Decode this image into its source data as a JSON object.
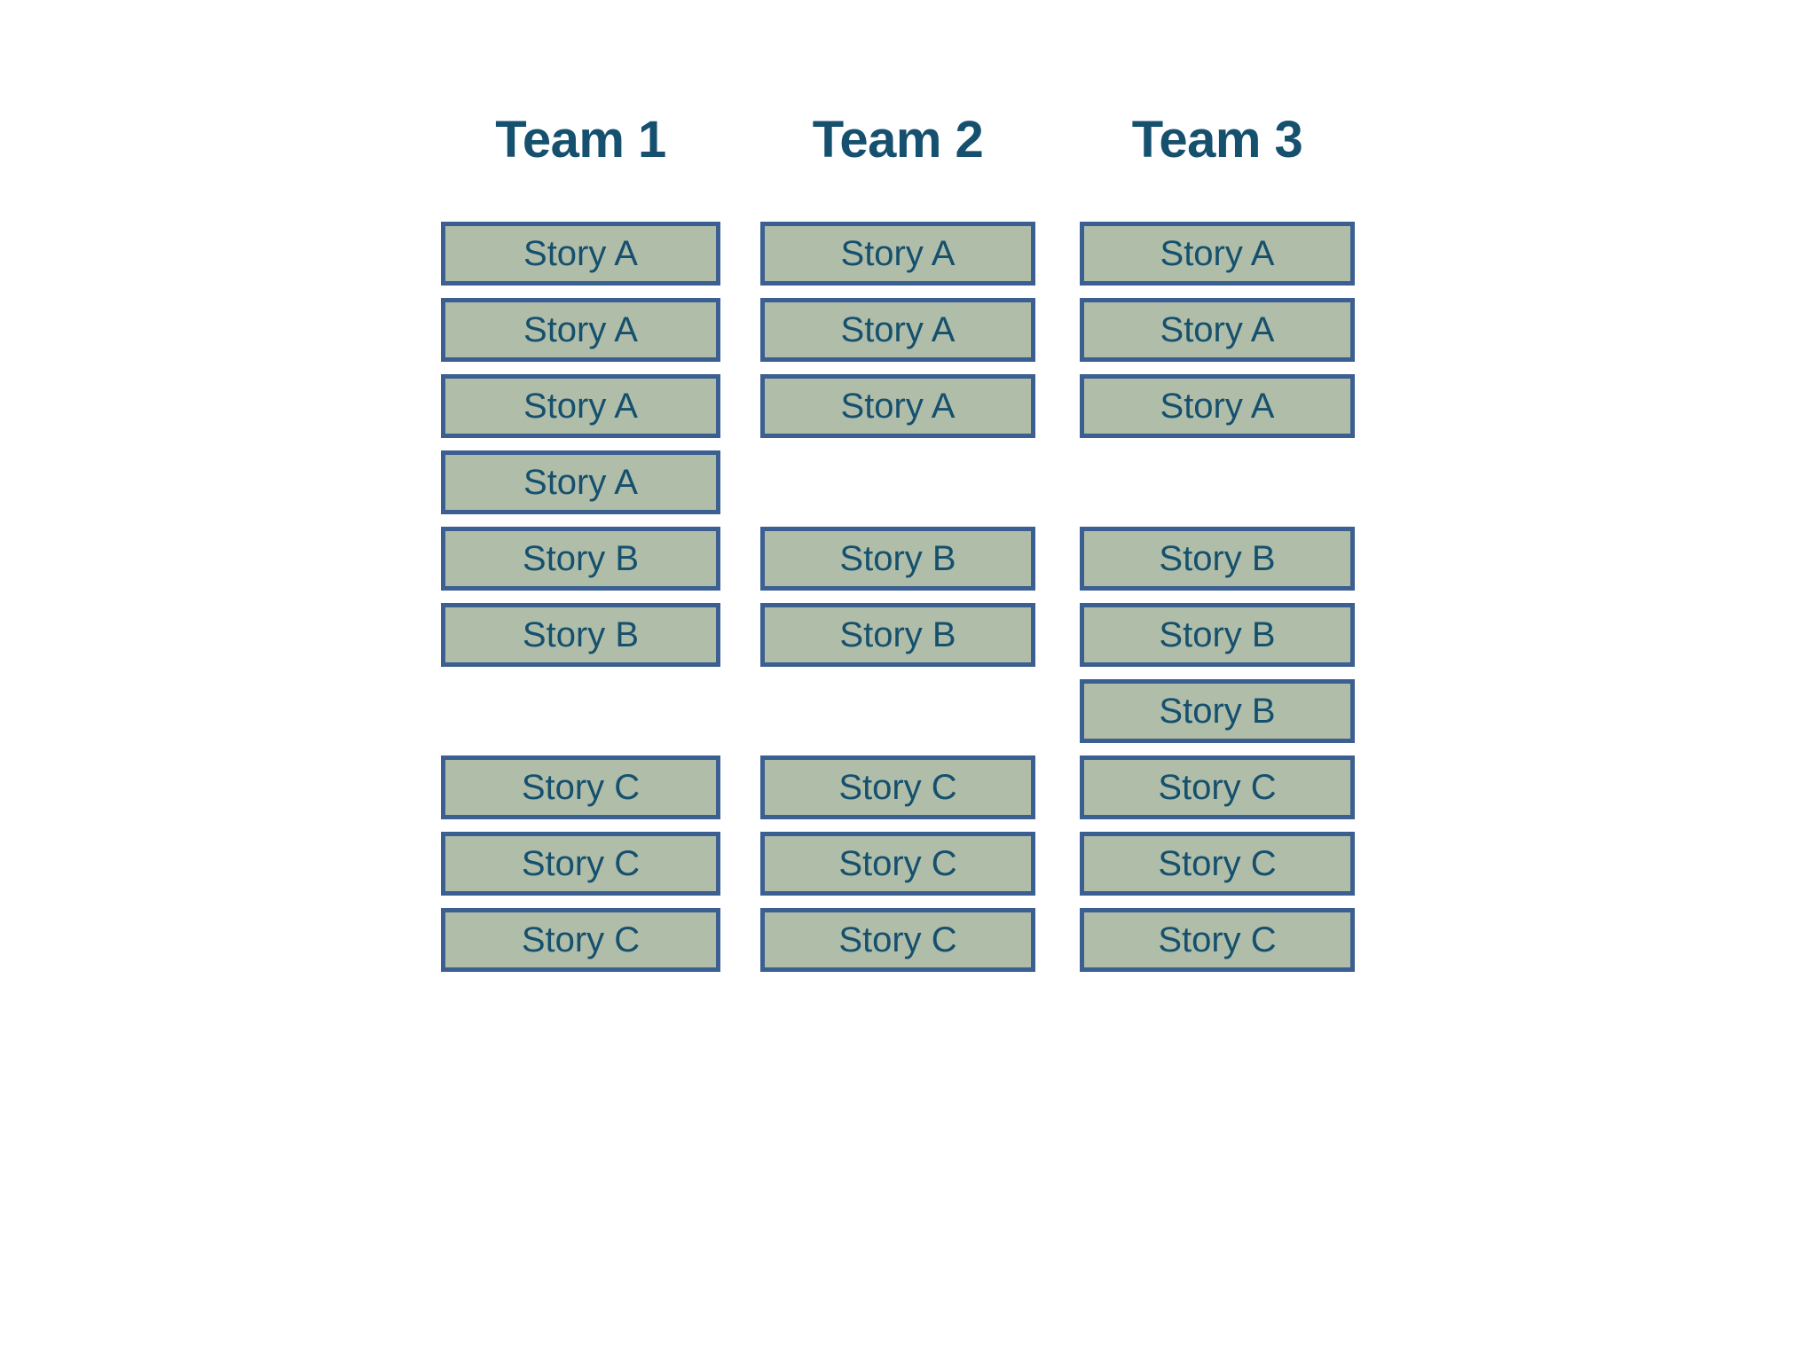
{
  "colors": {
    "background": "#ffffff",
    "card_fill": "#b0bda8",
    "card_border": "#3c5f91",
    "text": "#15506e",
    "header_text": "#15506e"
  },
  "headers": [
    {
      "label": "Team 1"
    },
    {
      "label": "Team 2"
    },
    {
      "label": "Team 3"
    }
  ],
  "columns": [
    {
      "team": "Team 1",
      "slots": [
        {
          "type": "card",
          "label": "Story A"
        },
        {
          "type": "card",
          "label": "Story A"
        },
        {
          "type": "card",
          "label": "Story A"
        },
        {
          "type": "card",
          "label": "Story A"
        },
        {
          "type": "card",
          "label": "Story B"
        },
        {
          "type": "card",
          "label": "Story B"
        },
        {
          "type": "empty",
          "label": ""
        },
        {
          "type": "card",
          "label": "Story C"
        },
        {
          "type": "card",
          "label": "Story C"
        },
        {
          "type": "card",
          "label": "Story C"
        }
      ]
    },
    {
      "team": "Team 2",
      "slots": [
        {
          "type": "card",
          "label": "Story A"
        },
        {
          "type": "card",
          "label": "Story A"
        },
        {
          "type": "card",
          "label": "Story A"
        },
        {
          "type": "empty",
          "label": ""
        },
        {
          "type": "card",
          "label": "Story B"
        },
        {
          "type": "card",
          "label": "Story B"
        },
        {
          "type": "empty",
          "label": ""
        },
        {
          "type": "card",
          "label": "Story C"
        },
        {
          "type": "card",
          "label": "Story C"
        },
        {
          "type": "card",
          "label": "Story C"
        }
      ]
    },
    {
      "team": "Team 3",
      "slots": [
        {
          "type": "card",
          "label": "Story A"
        },
        {
          "type": "card",
          "label": "Story A"
        },
        {
          "type": "card",
          "label": "Story A"
        },
        {
          "type": "empty",
          "label": ""
        },
        {
          "type": "card",
          "label": "Story B"
        },
        {
          "type": "card",
          "label": "Story B"
        },
        {
          "type": "card",
          "label": "Story B"
        },
        {
          "type": "card",
          "label": "Story C"
        },
        {
          "type": "card",
          "label": "Story C"
        },
        {
          "type": "card",
          "label": "Story C"
        }
      ]
    }
  ]
}
